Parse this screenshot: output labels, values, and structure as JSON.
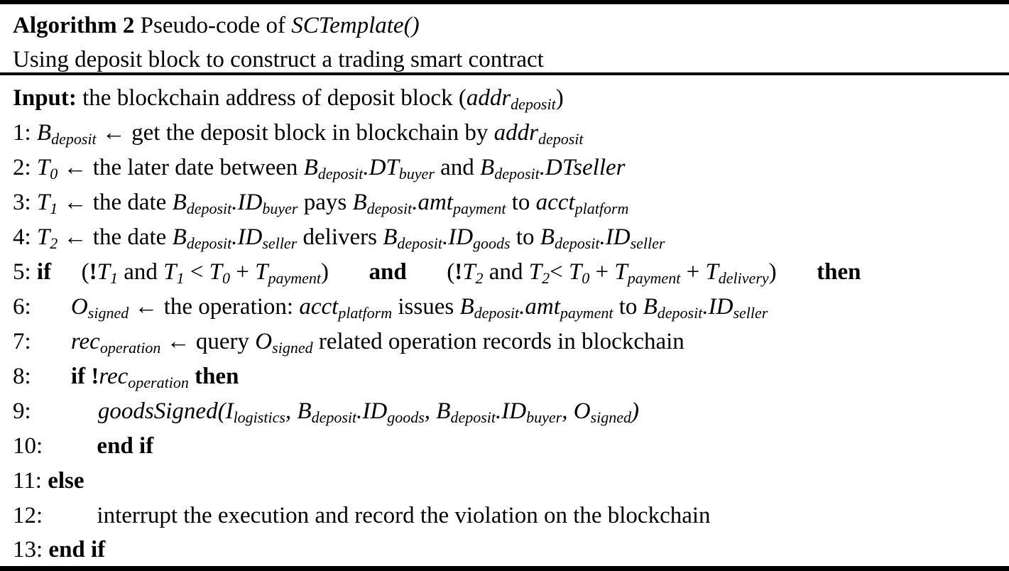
{
  "header": {
    "algorithm_label": "Algorithm 2",
    "title_prefix": "Pseudo-code of",
    "title_func": "SCTemplate()",
    "description": "Using deposit block to construct a trading smart contract"
  },
  "input": {
    "label": "Input:",
    "text": "the blockchain address of deposit block (",
    "var": "addr",
    "var_sub": "deposit",
    "close": ")"
  },
  "steps": {
    "s1": {
      "num": "1:",
      "var": "B",
      "sub": "deposit",
      "arrow": "←",
      "text": "get the deposit block in blockchain by",
      "var2": "addr",
      "sub2": "deposit"
    },
    "s2": {
      "num": "2:",
      "t": "T",
      "tsub": "0",
      "arrow": "←",
      "text": "the later date between",
      "b": "B",
      "bsub": "deposit",
      "f1": ".DT",
      "f1sub": "buyer",
      "and": "and",
      "b2": "B",
      "b2sub": "deposit",
      "f2": ".DTseller"
    },
    "s3": {
      "num": "3:",
      "t": "T",
      "tsub": "1",
      "arrow": "←",
      "text": "the date",
      "b": "B",
      "bsub": "deposit",
      "f1": ".ID",
      "f1sub": "buyer",
      "mid": "pays",
      "b2": "B",
      "b2sub": "deposit",
      "f2": ".amt",
      "f2sub": "payment",
      "to": "to",
      "acct": "acct",
      "acctsub": "platform"
    },
    "s4": {
      "num": "4:",
      "t": "T",
      "tsub": "2",
      "arrow": "←",
      "text": "the date",
      "b": "B",
      "bsub": "deposit",
      "f1": ".ID",
      "f1sub": "seller",
      "mid": "delivers",
      "b2": "B",
      "b2sub": "deposit",
      "f2": ".ID",
      "f2sub": "goods",
      "to": "to",
      "b3": "B",
      "b3sub": "deposit",
      "f3": ".ID",
      "f3sub": "seller"
    },
    "s5": {
      "num": "5:",
      "if": "if",
      "open1": "(",
      "not1": "!",
      "t1": "T",
      "t1sub": "1",
      "and1": "and",
      "t1b": "T",
      "t1bsub": "1",
      "lt1": "<",
      "t0": "T",
      "t0sub": "0",
      "plus1": "+",
      "tp": "T",
      "tpsub": "payment",
      "close1": ")",
      "and_kw": "and",
      "open2": "(",
      "not2": "!",
      "t2": "T",
      "t2sub": "2",
      "and2": "and",
      "t2b": "T",
      "t2bsub": "2",
      "lt2": "<",
      "t0b": "T",
      "t0bsub": "0",
      "plus2": "+",
      "tp2": "T",
      "tp2sub": "payment",
      "plus3": "+",
      "td": "T",
      "tdsub": "delivery",
      "close2": ")",
      "then": "then"
    },
    "s6": {
      "num": "6:",
      "o": "O",
      "osub": "signed",
      "arrow": "←",
      "text": "the operation:",
      "acct": "acct",
      "acctsub": "platform",
      "mid": "issues",
      "b": "B",
      "bsub": "deposit",
      "f1": ".amt",
      "f1sub": "payment",
      "to": "to",
      "b2": "B",
      "b2sub": "deposit",
      "f2": ".ID",
      "f2sub": "seller"
    },
    "s7": {
      "num": "7:",
      "rec": "rec",
      "recsub": "operation",
      "arrow": "←",
      "text": "query",
      "o": "O",
      "osub": "signed",
      "text2": "related operation records in blockchain"
    },
    "s8": {
      "num": "8:",
      "if": "if",
      "not": "!",
      "rec": "rec",
      "recsub": "operation",
      "then": "then"
    },
    "s9": {
      "num": "9:",
      "fn": "goodsSigned(I",
      "isub": "logistics",
      "c1": ", B",
      "bsub": "deposit",
      "f1": ".ID",
      "f1sub": "goods",
      "c2": ", B",
      "b2sub": "deposit",
      "f2": ".ID",
      "f2sub": "buyer",
      "c3": ", O",
      "osub": "signed",
      "close": ")"
    },
    "s10": {
      "num": "10:",
      "kw": "end if"
    },
    "s11": {
      "num": "11:",
      "kw": "else"
    },
    "s12": {
      "num": "12:",
      "text": "interrupt the execution and record the violation on the blockchain"
    },
    "s13": {
      "num": "13:",
      "kw": "end if"
    }
  }
}
